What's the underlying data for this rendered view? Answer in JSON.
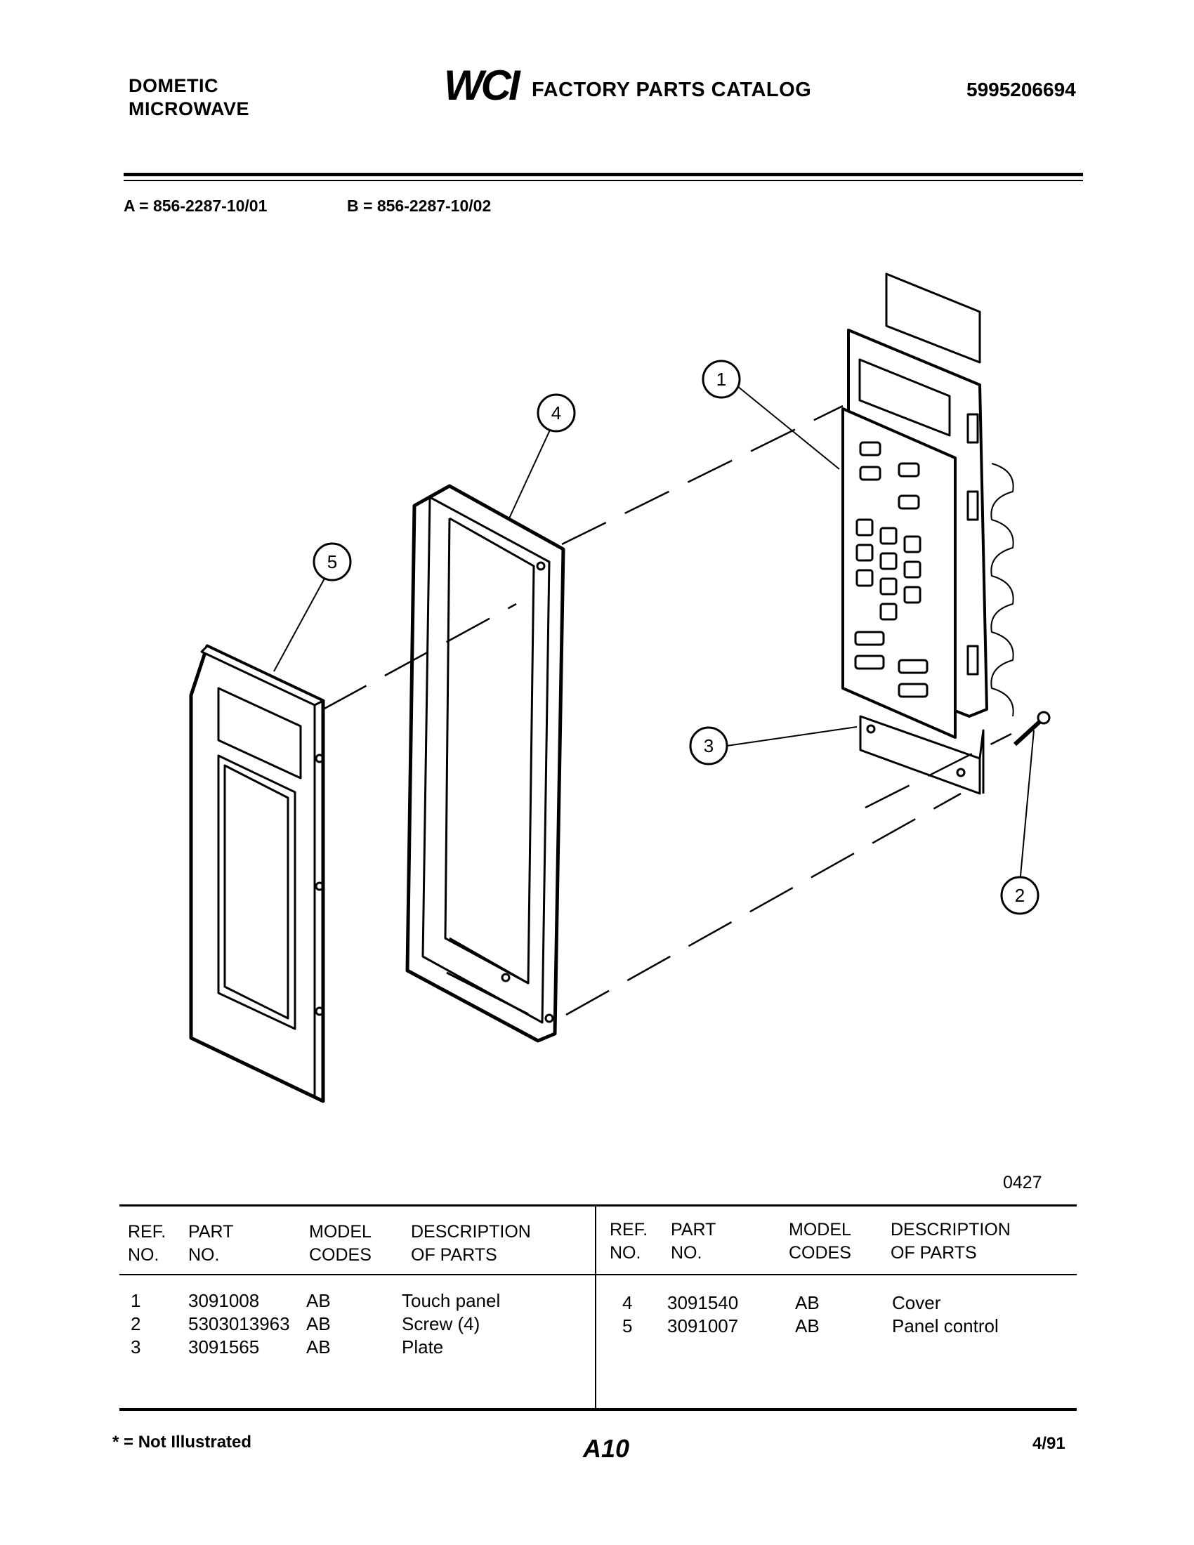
{
  "header": {
    "brand_line1": "DOMETIC",
    "brand_line2": "MICROWAVE",
    "logo": "WCI",
    "title": "FACTORY PARTS CATALOG",
    "catalog_number": "5995206694"
  },
  "models": {
    "a": "A = 856-2287-10/01",
    "b": "B = 856-2287-10/02"
  },
  "diagram": {
    "callouts": [
      "1",
      "2",
      "3",
      "4",
      "5"
    ],
    "code": "0427"
  },
  "table": {
    "headers": {
      "ref1": "REF.",
      "ref2": "NO.",
      "part1": "PART",
      "part2": "NO.",
      "model1": "MODEL",
      "model2": "CODES",
      "desc1": "DESCRIPTION",
      "desc2": "OF PARTS"
    },
    "left_rows": [
      {
        "ref": "1",
        "part": "3091008",
        "codes": "AB",
        "desc": "Touch panel"
      },
      {
        "ref": "2",
        "part": "5303013963",
        "codes": "AB",
        "desc": "Screw (4)"
      },
      {
        "ref": "3",
        "part": "3091565",
        "codes": "AB",
        "desc": "Plate"
      }
    ],
    "right_rows": [
      {
        "ref": "4",
        "part": "3091540",
        "codes": "AB",
        "desc": "Cover"
      },
      {
        "ref": "5",
        "part": "3091007",
        "codes": "AB",
        "desc": "Panel control"
      }
    ]
  },
  "footer": {
    "note": "* = Not Illustrated",
    "page": "A10",
    "date": "4/91"
  }
}
